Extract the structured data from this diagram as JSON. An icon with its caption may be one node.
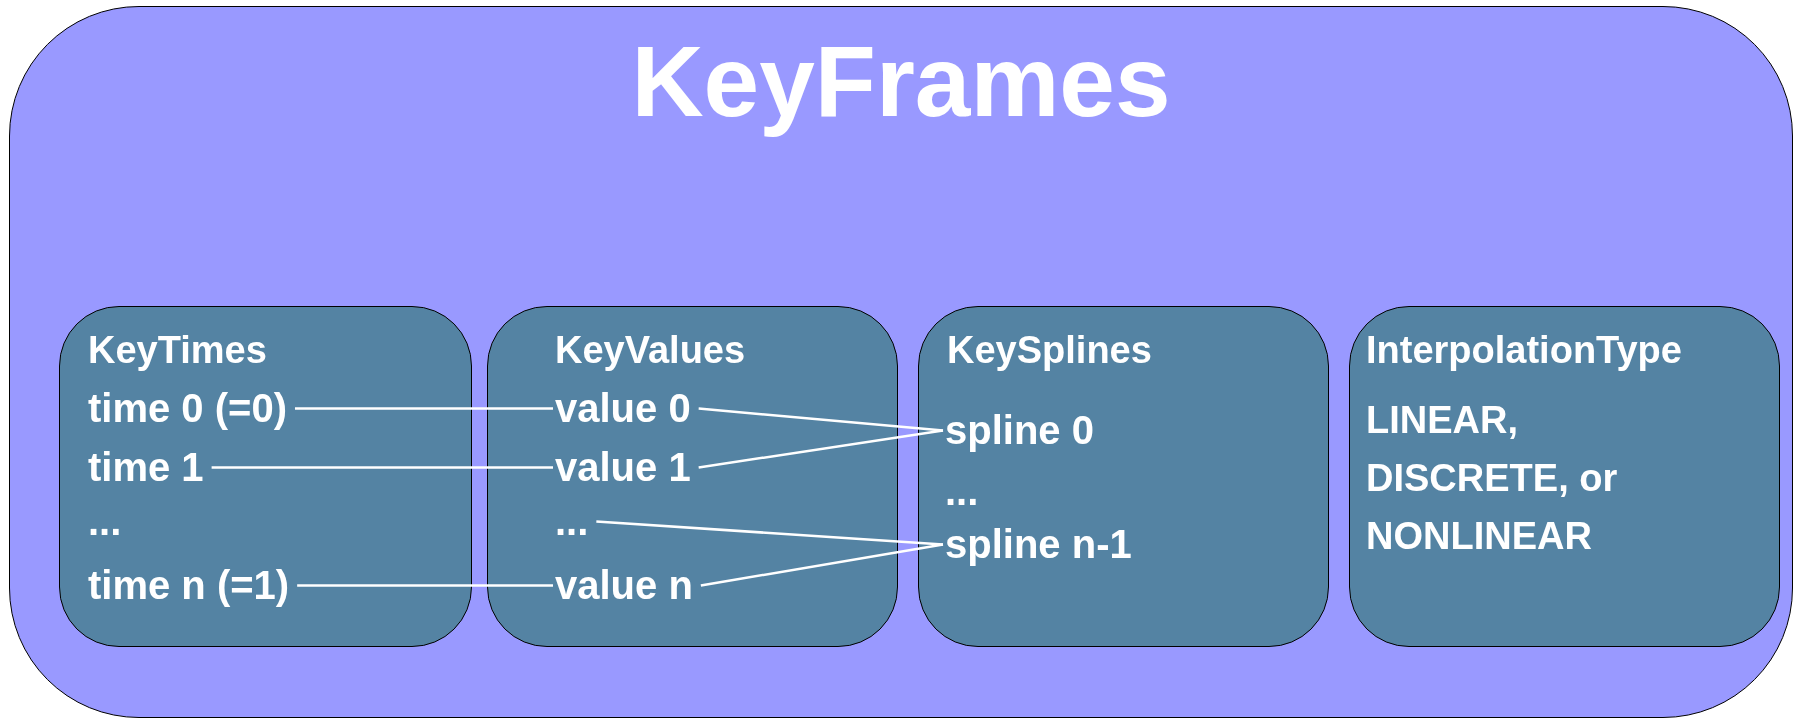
{
  "diagram": {
    "nodes": [
      {
        "text": [
          "KeyFrames"
        ]
      },
      {
        "text": [
          "KeyTimes"
        ],
        "in": 0
      },
      {
        "text": [
          "time 0 (=0)"
        ],
        "in": 1
      },
      {
        "text": [
          "time 1"
        ],
        "in": 1
      },
      {
        "text": [
          "..."
        ],
        "in": 1
      },
      {
        "text": [
          "time n (=1)"
        ],
        "in": 1
      },
      {
        "text": [
          "KeyValues"
        ],
        "in": 0
      },
      {
        "text": [
          "value 0"
        ],
        "in": 6
      },
      {
        "text": [
          "value 1"
        ],
        "in": 6
      },
      {
        "text": [
          "..."
        ],
        "in": 6
      },
      {
        "text": [
          "value n"
        ],
        "in": 6
      },
      {
        "text": [
          "KeySplines"
        ],
        "in": 0
      },
      {
        "text": [
          "spline 0"
        ],
        "in": 11
      },
      {
        "text": [
          "..."
        ],
        "in": 11
      },
      {
        "text": [
          "spline n-1"
        ],
        "in": 11
      },
      {
        "text": [
          "InterpolationType",
          "LINEAR, DISCRETE, or NONLINEAR"
        ],
        "in": 0
      }
    ],
    "edges": [
      {
        "from": 2,
        "to": 7,
        "arrow": "none"
      },
      {
        "from": 3,
        "to": 8,
        "arrow": "none"
      },
      {
        "from": 5,
        "to": 10,
        "arrow": "none"
      },
      {
        "from": 7,
        "to": 12,
        "arrow": "none"
      },
      {
        "from": 8,
        "to": 12,
        "arrow": "none"
      },
      {
        "from": 9,
        "to": 14,
        "arrow": "none"
      },
      {
        "from": 10,
        "to": 14,
        "arrow": "none"
      }
    ]
  }
}
